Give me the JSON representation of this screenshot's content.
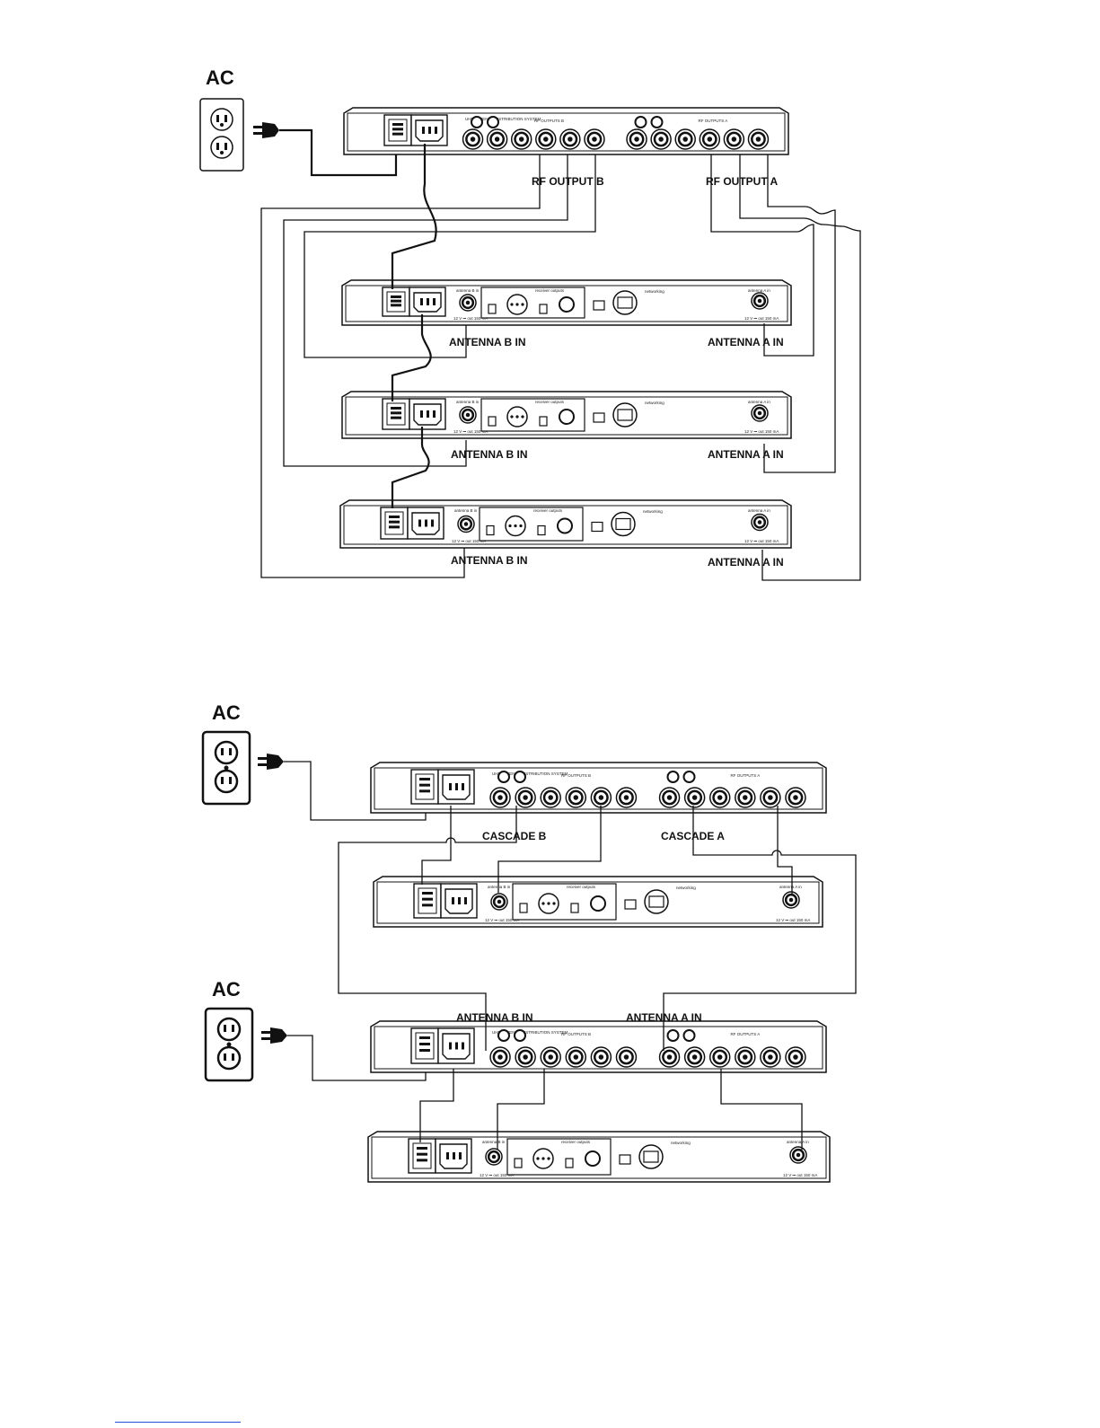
{
  "diagram_1": {
    "ac_label": "AC",
    "rf_output_b": "RF OUTPUT B",
    "rf_output_a": "RF OUTPUT A",
    "receivers": [
      {
        "antenna_b_label": "ANTENNA B IN",
        "antenna_a_label": "ANTENNA A IN"
      },
      {
        "antenna_b_label": "ANTENNA B IN",
        "antenna_a_label": "ANTENNA A IN"
      },
      {
        "antenna_b_label": "ANTENNA B IN",
        "antenna_a_label": "ANTENNA A IN"
      }
    ]
  },
  "diagram_2": {
    "ac_label_top": "AC",
    "ac_label_bottom": "AC",
    "cascade_b": "CASCADE B",
    "cascade_a": "CASCADE A",
    "antenna_b_in": "ANTENNA B IN",
    "antenna_a_in": "ANTENNA A IN"
  },
  "device_text": {
    "distribution_title": "UHF ANTENNA DISTRIBUTION SYSTEM",
    "rf_outputs_b": "RF OUTPUTS B",
    "rf_outputs_a": "RF OUTPUTS A",
    "antenna_b_in": "antenna B in",
    "antenna_a_in": "antenna A in",
    "receiver_outputs": "receiver outputs",
    "networking": "networking",
    "bias": "12 V ⎓ out 150 mA"
  }
}
